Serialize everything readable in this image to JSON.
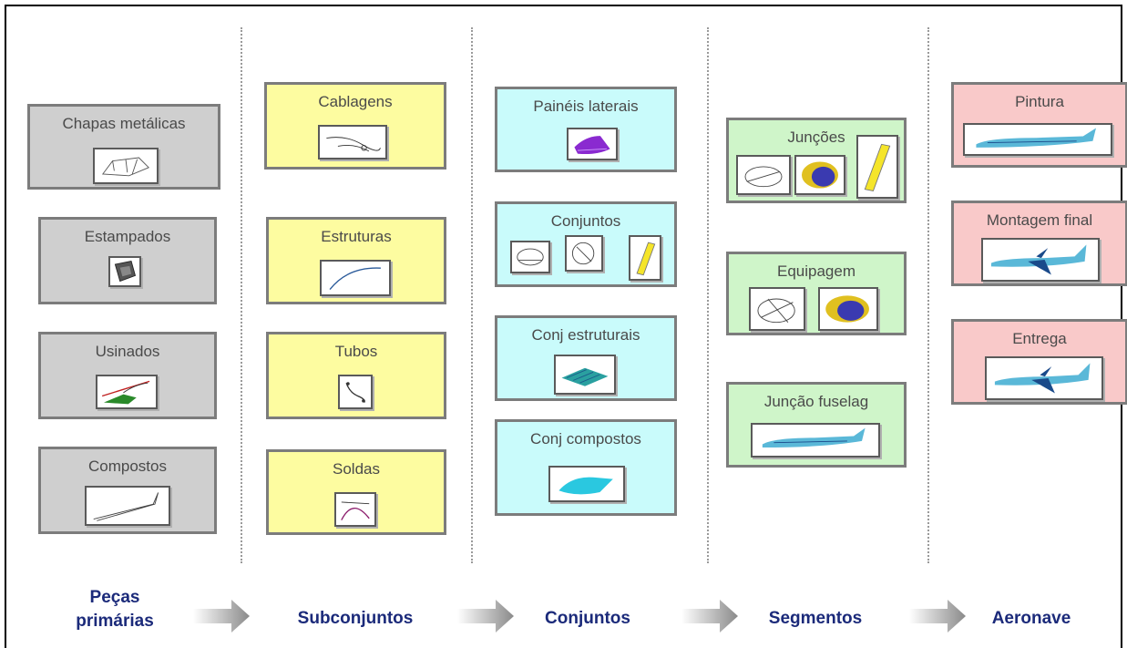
{
  "columns": [
    {
      "id": "pecas",
      "boxes": [
        {
          "label": "Chapas metálicas",
          "icon": "sheet-metal-drawing"
        },
        {
          "label": "Estampados",
          "icon": "stamped-part"
        },
        {
          "label": "Usinados",
          "icon": "machined-part"
        },
        {
          "label": "Compostos",
          "icon": "composite-part"
        }
      ]
    },
    {
      "id": "subconjuntos",
      "boxes": [
        {
          "label": "Cablagens",
          "icon": "cable-harness"
        },
        {
          "label": "Estruturas",
          "icon": "structure-curve"
        },
        {
          "label": "Tubos",
          "icon": "tube"
        },
        {
          "label": "Soldas",
          "icon": "weld"
        }
      ]
    },
    {
      "id": "conjuntos",
      "boxes": [
        {
          "label": "Painéis laterais",
          "icon": "side-panel"
        },
        {
          "label": "Conjuntos",
          "icon": "assembly-parts"
        },
        {
          "label": "Conj estruturais",
          "icon": "structural-assembly"
        },
        {
          "label": "Conj compostos",
          "icon": "composite-assembly"
        }
      ]
    },
    {
      "id": "segmentos",
      "boxes": [
        {
          "label": "Junções",
          "icon": "joints"
        },
        {
          "label": "Equipagem",
          "icon": "equipment"
        },
        {
          "label": "Junção fuselag",
          "icon": "fuselage-join"
        }
      ]
    },
    {
      "id": "aeronave",
      "boxes": [
        {
          "label": "Pintura",
          "icon": "painted-fuselage"
        },
        {
          "label": "Montagem final",
          "icon": "aircraft"
        },
        {
          "label": "Entrega",
          "icon": "aircraft"
        }
      ]
    }
  ],
  "stages": [
    "Peças primárias",
    "Subconjuntos",
    "Conjuntos",
    "Segmentos",
    "Aeronave"
  ],
  "colors": {
    "gray": "#cfcfcf",
    "yellow": "#fdfca0",
    "cyan": "#c9fbfb",
    "green": "#cff5c9",
    "pink": "#f9c9c9",
    "stage_text": "#1b2a7a"
  }
}
